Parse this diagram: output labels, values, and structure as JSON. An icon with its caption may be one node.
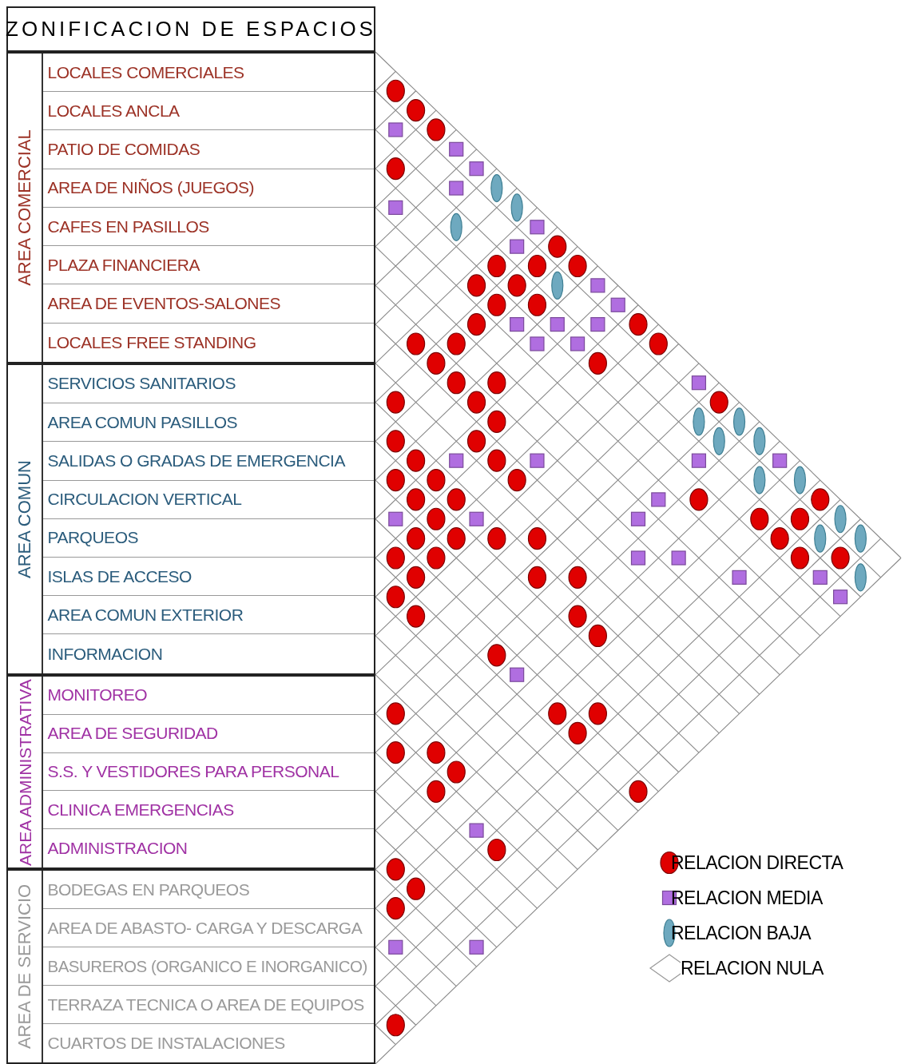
{
  "diagram": {
    "title": "ZONIFICACION DE ESPACIOS",
    "nodes": [
      {
        "text": [
          "AREA COMERCIAL"
        ]
      },
      {
        "text": [
          "LOCALES COMERCIALES"
        ],
        "in": 0
      },
      {
        "text": [
          "LOCALES ANCLA"
        ],
        "in": 0
      },
      {
        "text": [
          "PATIO DE COMIDAS"
        ],
        "in": 0
      },
      {
        "text": [
          "AREA DE NIÑOS (JUEGOS)"
        ],
        "in": 0
      },
      {
        "text": [
          "CAFES EN PASILLOS"
        ],
        "in": 0
      },
      {
        "text": [
          "PLAZA FINANCIERA"
        ],
        "in": 0
      },
      {
        "text": [
          "AREA DE EVENTOS-SALONES"
        ],
        "in": 0
      },
      {
        "text": [
          "LOCALES FREE STANDING"
        ],
        "in": 0
      },
      {
        "text": [
          "AREA COMUN"
        ]
      },
      {
        "text": [
          "SERVICIOS SANITARIOS"
        ],
        "in": 9
      },
      {
        "text": [
          "AREA COMUN PASILLOS"
        ],
        "in": 9
      },
      {
        "text": [
          "SALIDAS O GRADAS DE EMERGENCIA"
        ],
        "in": 9
      },
      {
        "text": [
          "CIRCULACION VERTICAL"
        ],
        "in": 9
      },
      {
        "text": [
          "PARQUEOS"
        ],
        "in": 9
      },
      {
        "text": [
          "ISLAS DE ACCESO"
        ],
        "in": 9
      },
      {
        "text": [
          "AREA COMUN EXTERIOR"
        ],
        "in": 9
      },
      {
        "text": [
          "INFORMACION"
        ],
        "in": 9
      },
      {
        "text": [
          "AREA ADMINISTRATIVA"
        ]
      },
      {
        "text": [
          "MONITOREO"
        ],
        "in": 18
      },
      {
        "text": [
          "AREA DE SEGURIDAD"
        ],
        "in": 18
      },
      {
        "text": [
          "S.S. Y VESTIDORES PARA PERSONAL"
        ],
        "in": 18
      },
      {
        "text": [
          "CLINICA EMERGENCIAS"
        ],
        "in": 18
      },
      {
        "text": [
          "ADMINISTRACION"
        ],
        "in": 18
      },
      {
        "text": [
          "AREA DE SERVICIO"
        ]
      },
      {
        "text": [
          "BODEGAS EN PARQUEOS"
        ],
        "in": 24
      },
      {
        "text": [
          "AREA DE ABASTO- CARGA Y DESCARGA"
        ],
        "in": 24
      },
      {
        "text": [
          "BASUREROS (ORGANICO E INORGANICO)"
        ],
        "in": 24
      },
      {
        "text": [
          "TERRAZA TECNICA O AREA DE EQUIPOS"
        ],
        "in": 24
      },
      {
        "text": [
          "CUARTOS DE INSTALACIONES"
        ],
        "in": 24
      }
    ],
    "legend": [
      {
        "text": "RELACION DIRECTA",
        "color": "#e00000"
      },
      {
        "text": "RELACION MEDIA",
        "color": "#b06ee0"
      },
      {
        "text": "RELACION BAJA",
        "color": "#6ea9bf"
      },
      {
        "text": "RELACION NULA"
      }
    ]
  }
}
